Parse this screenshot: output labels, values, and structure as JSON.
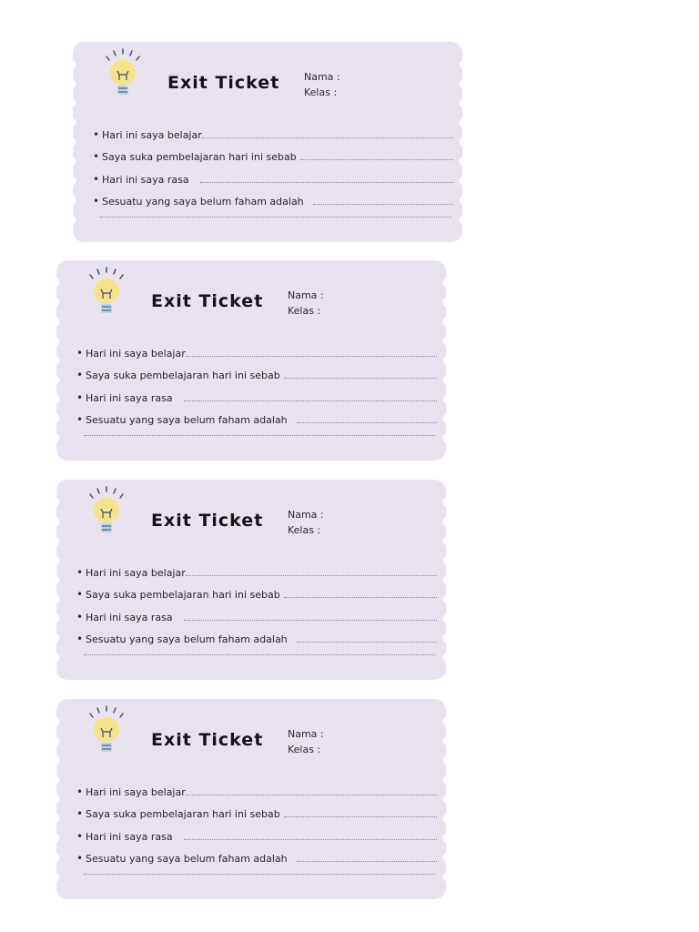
{
  "tickets": [
    {
      "title": "Exit Ticket",
      "nama_label": "Nama :",
      "kelas_label": "Kelas :",
      "items": [
        "Hari ini saya belajar",
        "Saya suka pembelajaran hari ini sebab",
        "Hari ini saya rasa",
        "Sesuatu yang saya belum faham adalah"
      ]
    },
    {
      "title": "Exit Ticket",
      "nama_label": "Nama :",
      "kelas_label": "Kelas :",
      "items": [
        "Hari ini saya belajar",
        "Saya suka pembelajaran hari ini sebab",
        "Hari ini saya rasa",
        "Sesuatu yang saya belum faham adalah"
      ]
    },
    {
      "title": "Exit Ticket",
      "nama_label": "Nama :",
      "kelas_label": "Kelas :",
      "items": [
        "Hari ini saya belajar",
        "Saya suka pembelajaran hari ini sebab",
        "Hari ini saya rasa",
        "Sesuatu yang saya belum faham adalah"
      ]
    },
    {
      "title": "Exit Ticket",
      "nama_label": "Nama :",
      "kelas_label": "Kelas :",
      "items": [
        "Hari ini saya belajar",
        "Saya suka pembelajaran hari ini sebab",
        "Hari ini saya rasa",
        "Sesuatu yang saya belum faham adalah"
      ]
    }
  ],
  "colors": {
    "ticket_bg": "#e8e2ef",
    "bulb_fill": "#f5e28a",
    "bulb_base": "#b9d3e6"
  }
}
